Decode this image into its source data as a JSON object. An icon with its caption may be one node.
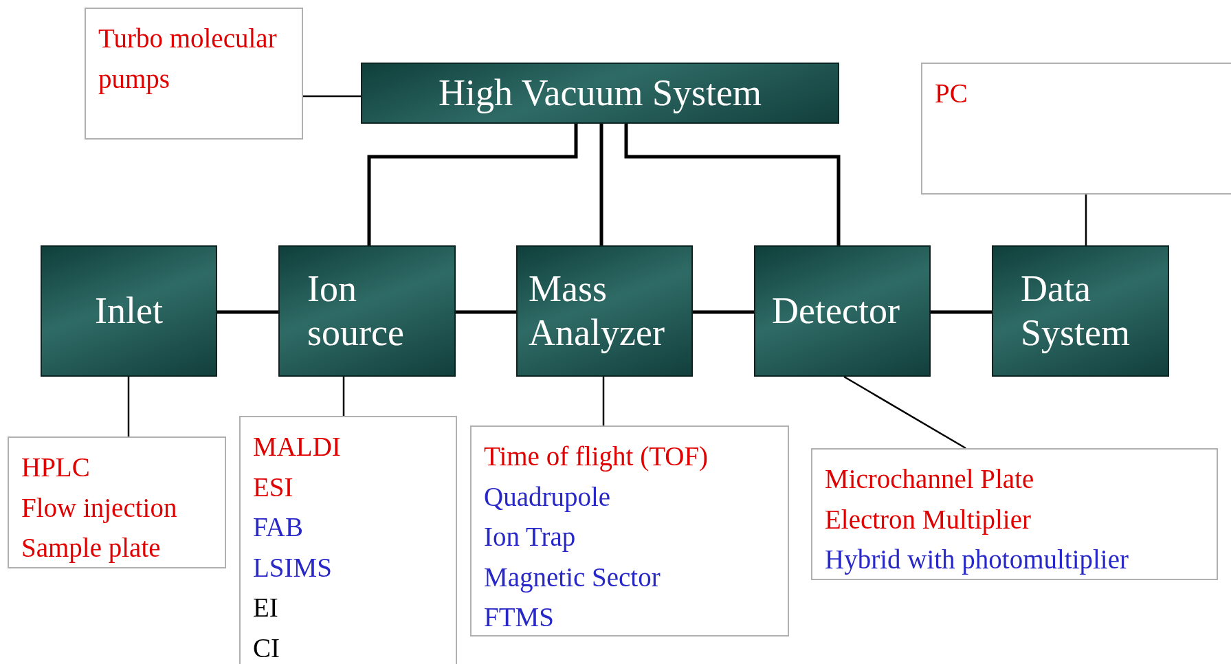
{
  "diagram": {
    "nodes": [
      {
        "text": [
          "Turbo molecular pumps"
        ]
      },
      {
        "text": [
          "High Vacuum System"
        ]
      },
      {
        "text": [
          "PC"
        ]
      },
      {
        "text": [
          "Inlet"
        ]
      },
      {
        "text": [
          "Ion source"
        ]
      },
      {
        "text": [
          "Mass Analyzer"
        ]
      },
      {
        "text": [
          "Detector"
        ]
      },
      {
        "text": [
          "Data System"
        ]
      },
      {
        "text": [
          "HPLC",
          "Flow injection",
          "Sample plate"
        ]
      },
      {
        "text": [
          "MALDI",
          "ESI",
          "FAB",
          "LSIMS",
          "EI",
          "CI"
        ]
      },
      {
        "text": [
          "Time of flight (TOF)",
          "Quadrupole",
          "Ion Trap",
          "Magnetic Sector",
          "FTMS"
        ]
      },
      {
        "text": [
          "Microchannel Plate",
          "Electron Multiplier",
          "Hybrid with photomultiplier"
        ]
      }
    ],
    "edges": [
      {
        "from": 0,
        "to": 1,
        "arrow": "none"
      },
      {
        "from": 1,
        "to": 4,
        "arrow": "none"
      },
      {
        "from": 1,
        "to": 5,
        "arrow": "none"
      },
      {
        "from": 1,
        "to": 6,
        "arrow": "none"
      },
      {
        "from": 2,
        "to": 7,
        "arrow": "none"
      },
      {
        "from": 3,
        "to": 4,
        "arrow": "none"
      },
      {
        "from": 4,
        "to": 5,
        "arrow": "none"
      },
      {
        "from": 5,
        "to": 6,
        "arrow": "none"
      },
      {
        "from": 6,
        "to": 7,
        "arrow": "none"
      },
      {
        "from": 3,
        "to": 8,
        "arrow": "none"
      },
      {
        "from": 4,
        "to": 9,
        "arrow": "none"
      },
      {
        "from": 5,
        "to": 10,
        "arrow": "none"
      },
      {
        "from": 6,
        "to": 11,
        "arrow": "none"
      }
    ]
  }
}
